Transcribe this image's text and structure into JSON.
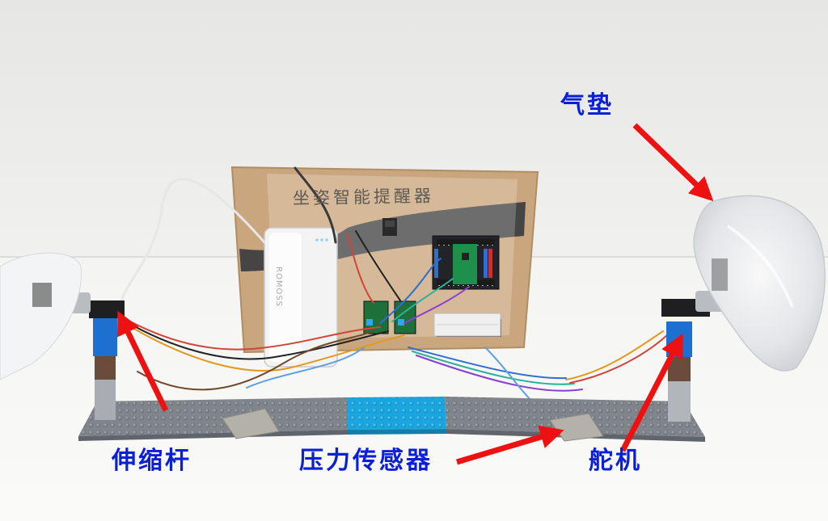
{
  "labels": {
    "air_cushion": "气垫",
    "telescopic_rod": "伸缩杆",
    "pressure_sensor": "压力传感器",
    "servo": "舵机"
  },
  "board": {
    "title": "坐姿智能提醒器"
  },
  "power_bank": {
    "brand": "ROMOSS"
  },
  "colors": {
    "label_text": "#0a1fd6",
    "arrow": "#ee1111",
    "cardboard": "#c8a57c",
    "baseplate_gray": "#7d8188",
    "baseplate_blue": "#1da7e0"
  }
}
